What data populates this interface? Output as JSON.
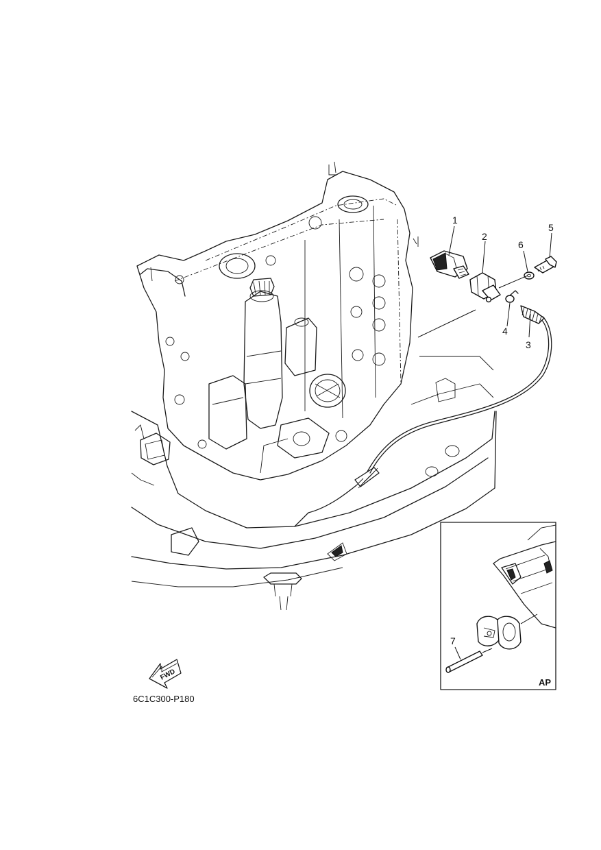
{
  "diagram": {
    "callouts": [
      {
        "id": "1",
        "label": "1"
      },
      {
        "id": "2",
        "label": "2"
      },
      {
        "id": "3",
        "label": "3"
      },
      {
        "id": "4",
        "label": "4"
      },
      {
        "id": "5",
        "label": "5"
      },
      {
        "id": "6",
        "label": "6"
      },
      {
        "id": "7",
        "label": "7"
      }
    ],
    "fwd_label": "FWD",
    "inset_label": "AP",
    "drawing_code": "6C1C300-P180"
  }
}
